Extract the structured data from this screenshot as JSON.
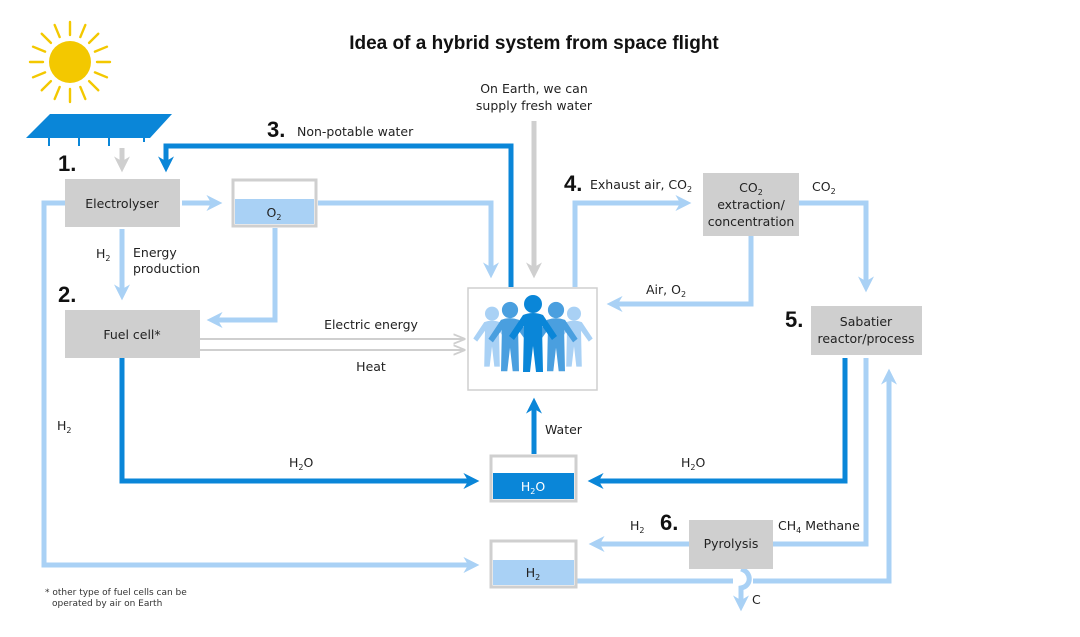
{
  "title": "Idea of a hybrid system from space flight",
  "colors": {
    "dark_blue": "#0a86d8",
    "light_blue": "#a9d1f5",
    "grey_arrow": "#cfcfcf",
    "box_grey": "#cccccc",
    "sun": "#f3c800"
  },
  "icons": {
    "sun": "sun-icon",
    "solar_panels": "solar-panels-icon",
    "people": "people-group-icon"
  },
  "steps": {
    "s1": "1.",
    "s2": "2.",
    "s3": "3.",
    "s4": "4.",
    "s5": "5.",
    "s6": "6."
  },
  "boxes": {
    "electrolyser": "Electrolyser",
    "fuel_cell": "Fuel cell*",
    "co2_line1": "CO",
    "co2_line1_sub": "2",
    "co2_line2": "extraction/",
    "co2_line3": "concentration",
    "sabatier_line1": "Sabatier",
    "sabatier_line2": "reactor/process",
    "pyrolysis": "Pyrolysis"
  },
  "tanks": {
    "o2": {
      "label": "O",
      "sub": "2",
      "fill_level": 0.6
    },
    "h2o": {
      "label": "H",
      "sub": "2",
      "label2": "O",
      "fill_level": 0.6
    },
    "h2": {
      "label": "H",
      "sub": "2",
      "fill_level": 0.6
    }
  },
  "labels": {
    "non_potable": "Non-potable water",
    "earth_line1": "On Earth, we can",
    "earth_line2": "supply fresh water",
    "exhaust": "Exhaust air, CO",
    "exhaust_sub": "2",
    "co2_out": "CO",
    "co2_out_sub": "2",
    "air_o2": "Air, O",
    "air_o2_sub": "2",
    "h2_left": "H",
    "h2_left_sub": "2",
    "energy_line1": "Energy",
    "energy_line2": "production",
    "h2_side": "H",
    "h2_side_sub": "2",
    "electric_energy": "Electric energy",
    "heat": "Heat",
    "water": "Water",
    "h2o_left": "H",
    "h2o_left_sub": "2",
    "h2o_left_end": "O",
    "h2o_right": "H",
    "h2o_right_sub": "2",
    "h2o_right_end": "O",
    "h2_pyro": "H",
    "h2_pyro_sub": "2",
    "ch4": "CH",
    "ch4_sub": "4",
    "methane": " Methane",
    "carbon": "C"
  },
  "footnote": {
    "line1": "* other type of fuel cells can be",
    "line2": "operated by air on Earth"
  }
}
